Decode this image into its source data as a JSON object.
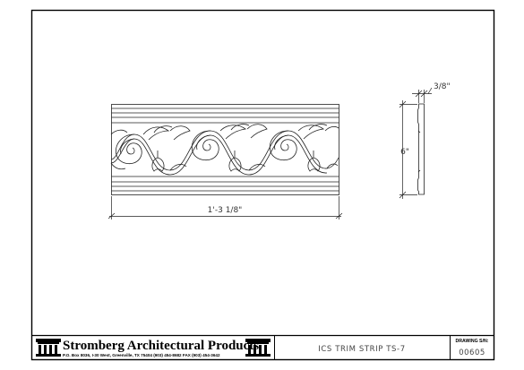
{
  "drawing": {
    "width_dim": "1'-3 1/8\"",
    "height_dim": "6\"",
    "depth_dim": "3/8\""
  },
  "title_block": {
    "company_name": "Stromberg Architectural Products",
    "address_line": "P.O. Box 8036, I-30 West, Greenville, TX 75404  (903) 454-8682  FAX (903) 454-3642",
    "drawing_title": "ICS TRIM STRIP TS-7",
    "drawing_sn_label": "DRAWING S/N:",
    "drawing_sn": "00605",
    "logo_icon": "column-logo-icon"
  },
  "colors": {
    "line": "#000000",
    "dim_text": "#333333",
    "background": "#ffffff"
  }
}
